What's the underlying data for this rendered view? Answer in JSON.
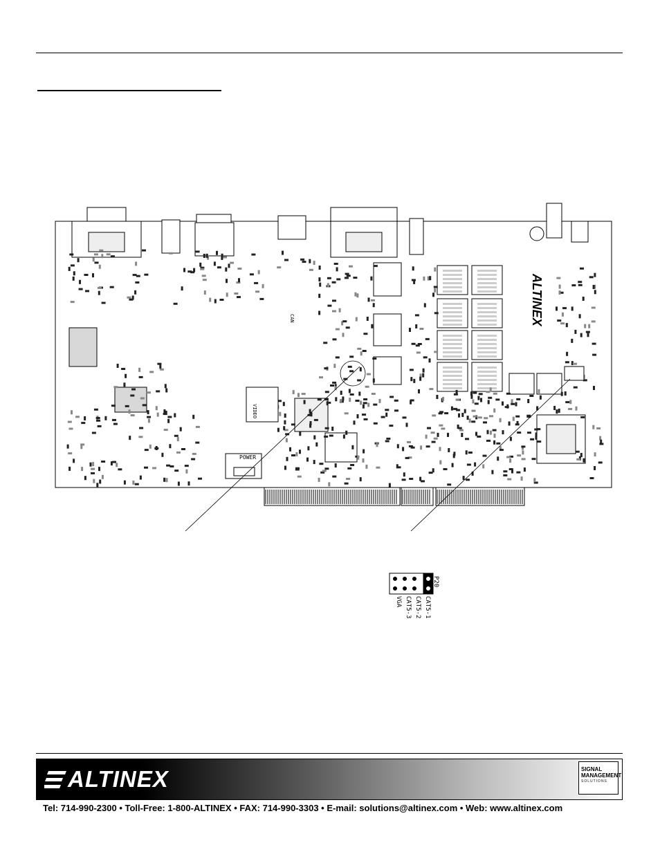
{
  "board": {
    "labels": {
      "power": "POWER",
      "video": "VIDEO",
      "can": "CAN"
    }
  },
  "jumper_detail": {
    "ref": "P20",
    "rows": [
      "CAT5-1",
      "CAT5-2",
      "CAT5-3",
      "VGA"
    ]
  },
  "footer": {
    "logo_text": "ALTINEX",
    "badge_line1": "SIGNAL",
    "badge_line2": "MANAGEMENT",
    "badge_line3": "SOLUTIONS",
    "contact": "Tel: 714-990-2300 • Toll-Free: 1-800-ALTINEX • FAX: 714-990-3303 • E-mail: solutions@altinex.com • Web: www.altinex.com"
  }
}
